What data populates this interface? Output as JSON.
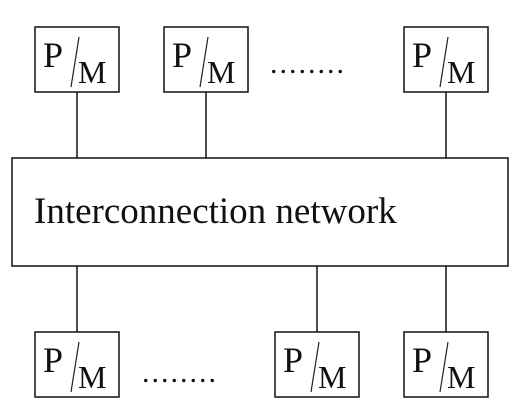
{
  "network": {
    "label": "Interconnection network"
  },
  "node": {
    "p": "P",
    "m": "M"
  },
  "ellipsis": {
    "top": "........",
    "bottom": "........"
  }
}
